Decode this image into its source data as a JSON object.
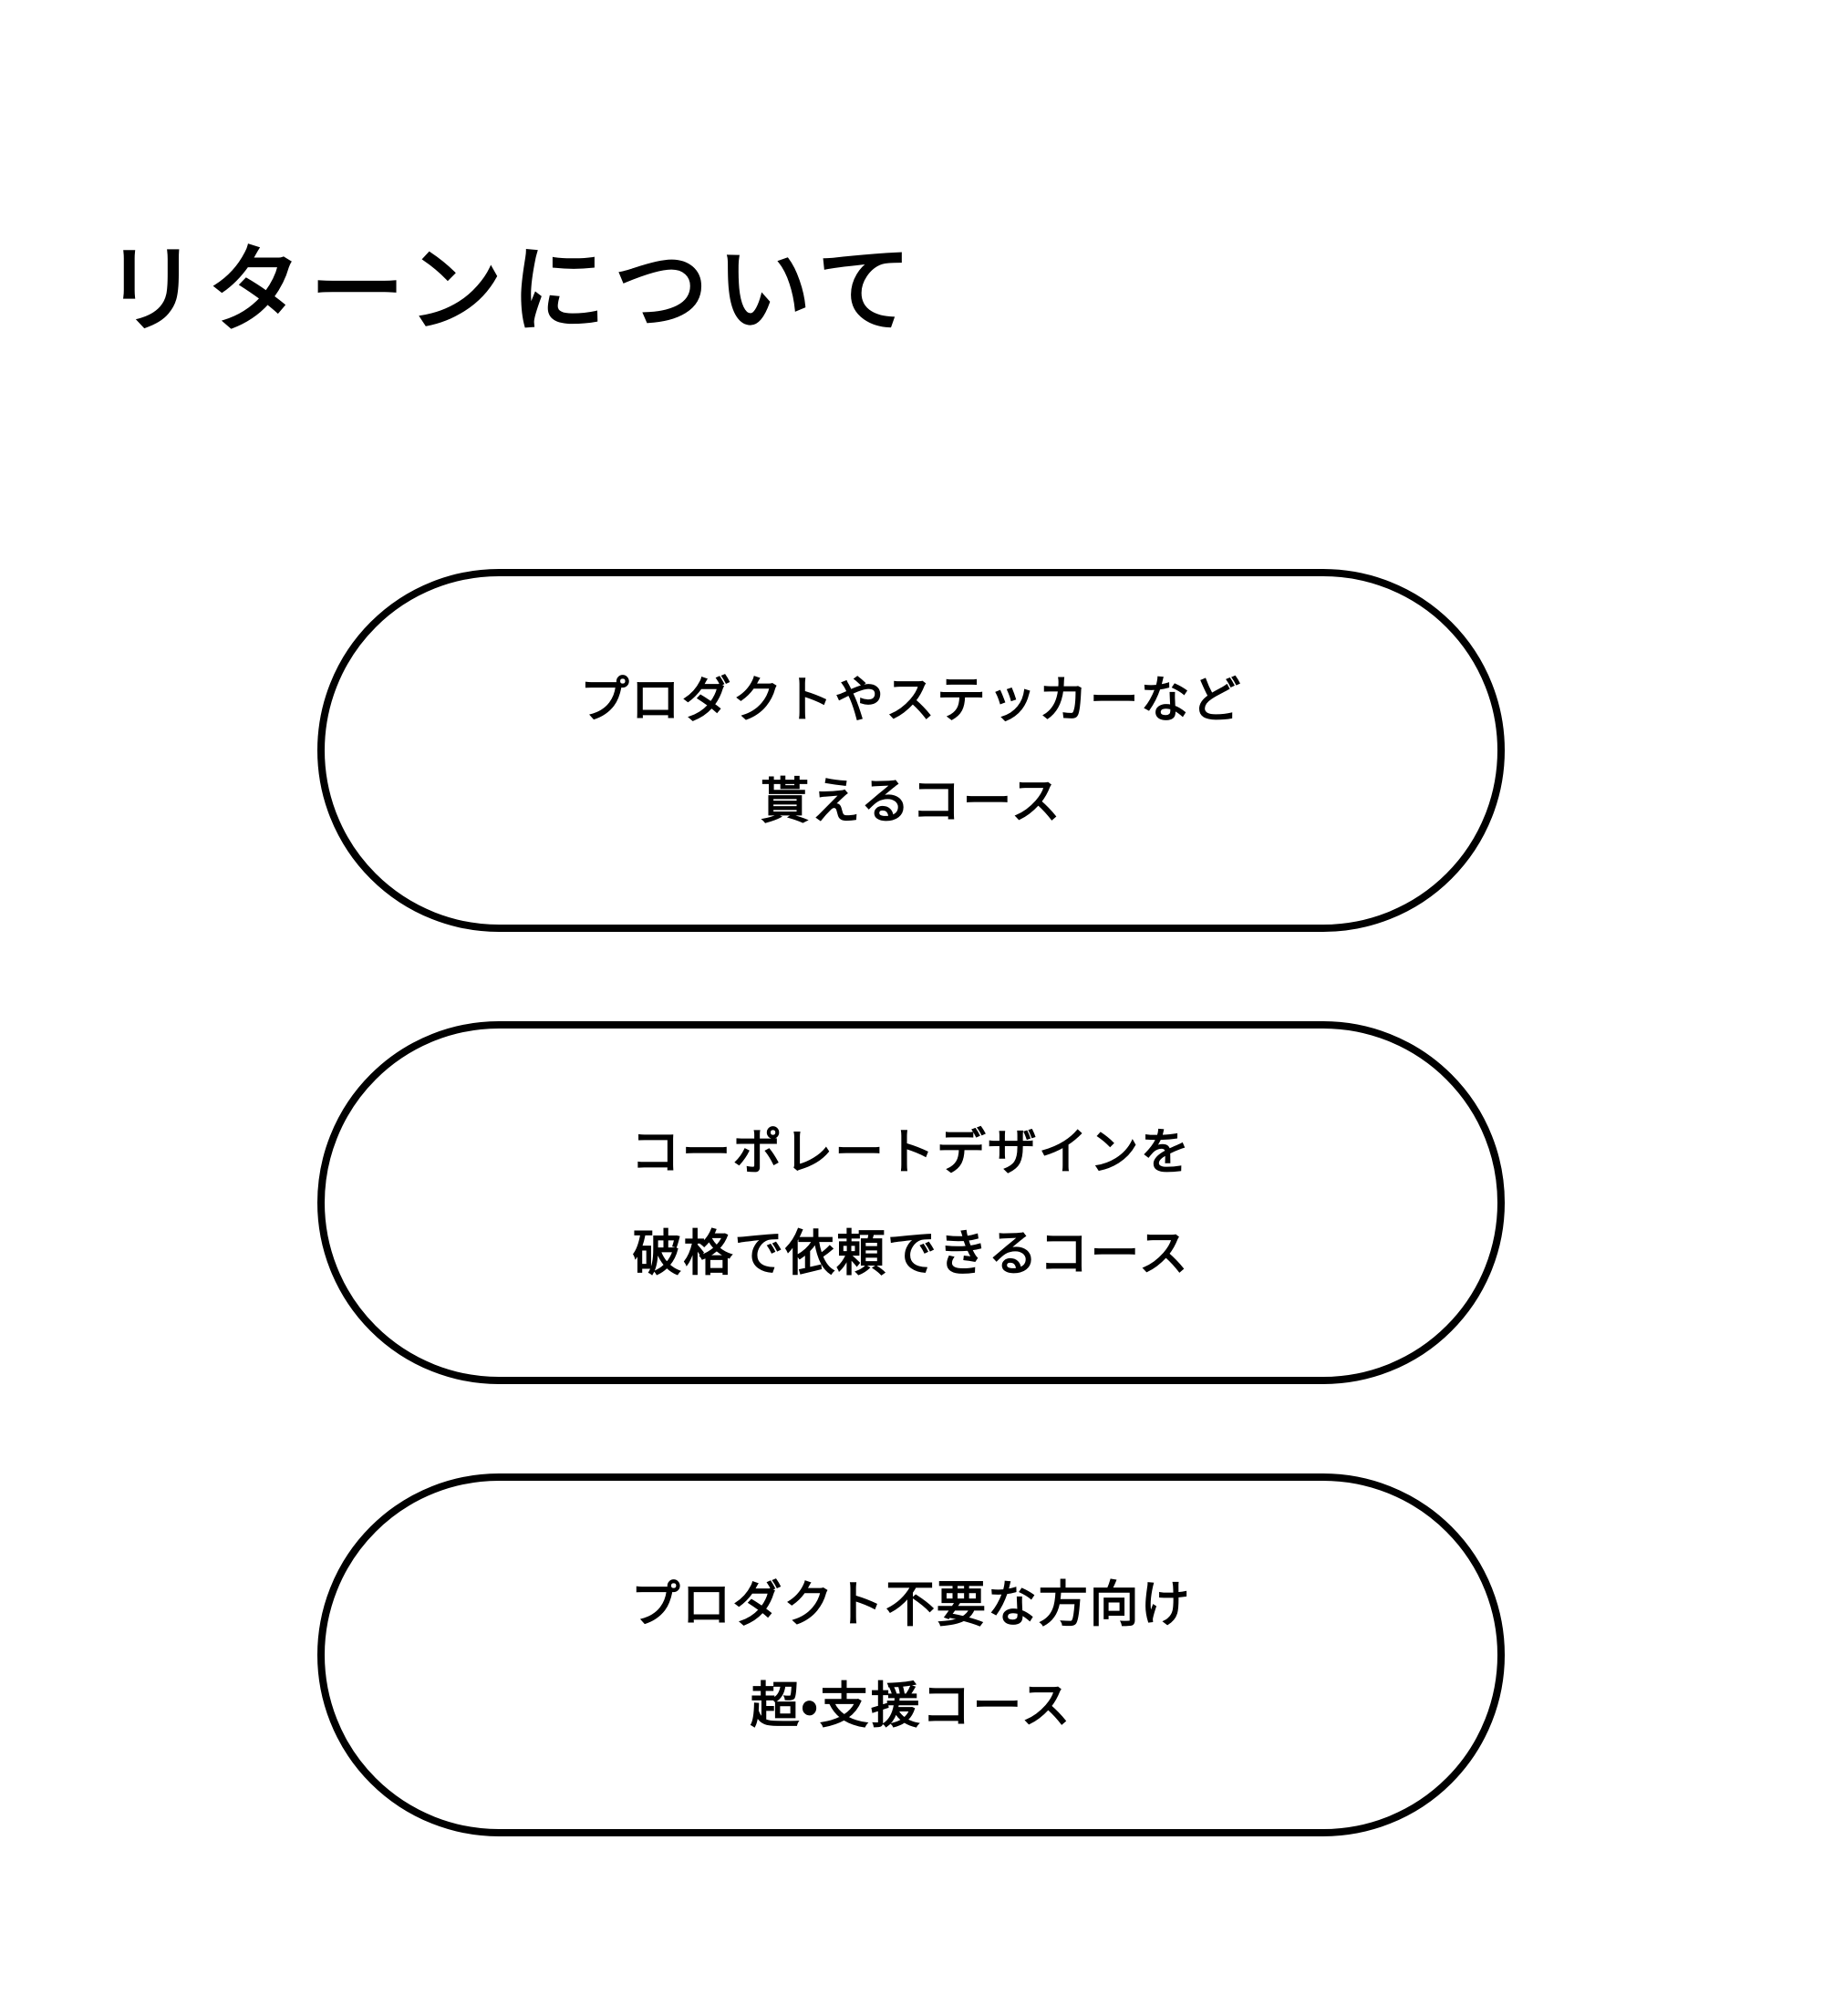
{
  "page": {
    "background_color": "#ffffff",
    "text_color": "#000000"
  },
  "heading": {
    "text": "リターンについて"
  },
  "courses": [
    {
      "line1": "プロダクトやステッカーなど",
      "line2": "貰えるコース"
    },
    {
      "line1": "コーポレートデザインを",
      "line2": "破格で依頼できるコース"
    },
    {
      "line1": "プロダクト不要な方向け",
      "line2": "超・支援コース"
    }
  ]
}
